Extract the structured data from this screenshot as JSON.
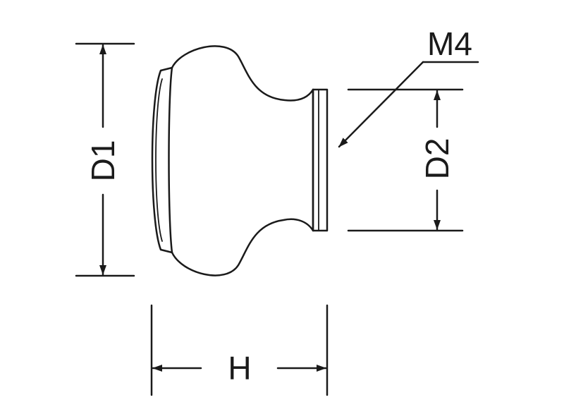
{
  "drawing": {
    "labels": {
      "d1": "D1",
      "d2": "D2",
      "h": "H",
      "thread": "M4"
    },
    "colors": {
      "line": "#1a1a1a",
      "background": "#ffffff"
    }
  }
}
